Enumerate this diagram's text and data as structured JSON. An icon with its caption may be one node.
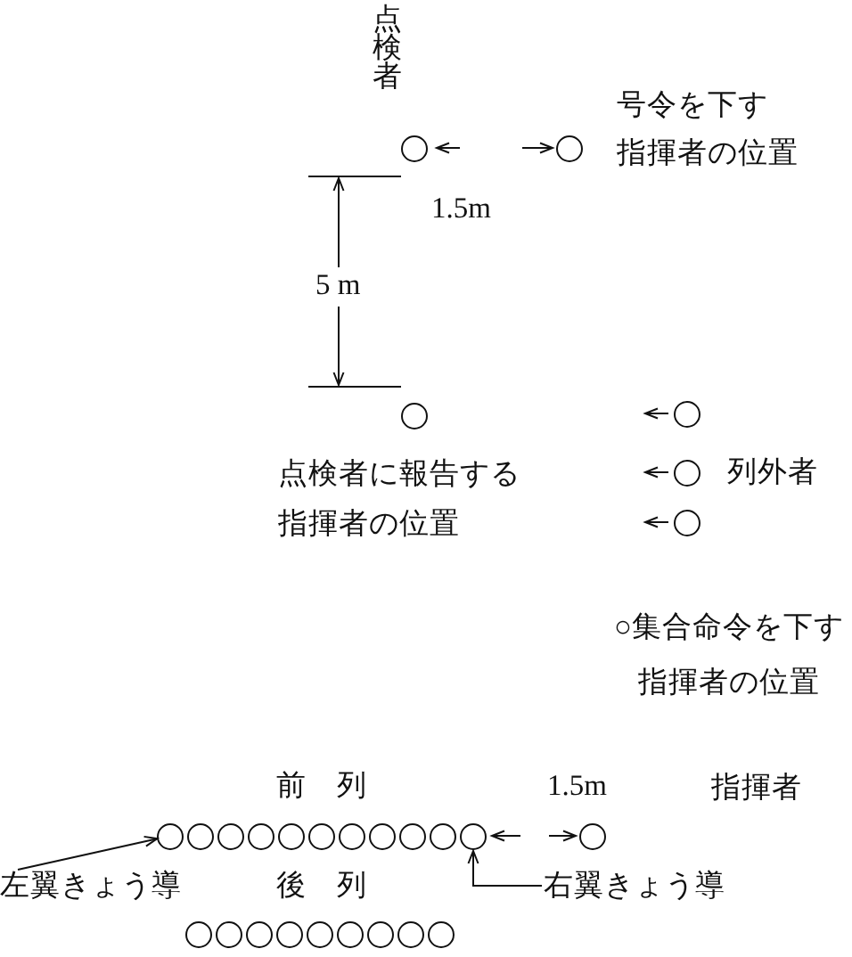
{
  "diagram": {
    "nodes": [
      {
        "text": [],
        "shape": "circle",
        "beside": [
          "点検者"
        ]
      },
      {
        "text": [],
        "shape": "circle",
        "beside": [
          "号令を下す指揮者の位置"
        ]
      },
      {
        "text": [],
        "shape": "circle",
        "beside": [
          "点検者に報告する指揮者の位置"
        ]
      },
      {
        "text": [],
        "shape": "circle"
      },
      {
        "text": [],
        "shape": "circle"
      },
      {
        "text": [],
        "shape": "circle"
      },
      {
        "text": [],
        "shape": "circle"
      },
      {
        "text": [],
        "shape": "circle"
      },
      {
        "text": [],
        "shape": "circle"
      },
      {
        "text": [],
        "shape": "circle"
      },
      {
        "text": [],
        "shape": "circle"
      },
      {
        "text": [],
        "shape": "circle"
      },
      {
        "text": [],
        "shape": "circle"
      },
      {
        "text": [],
        "shape": "circle"
      },
      {
        "text": [],
        "shape": "circle"
      },
      {
        "text": [],
        "shape": "circle"
      },
      {
        "text": [],
        "shape": "circle"
      },
      {
        "text": [],
        "shape": "circle",
        "beside": [
          "指揮者"
        ]
      },
      {
        "text": [
          "左翼きょう導"
        ]
      },
      {
        "text": [
          "右翼きょう導"
        ]
      },
      {
        "text": [],
        "shape": "circle"
      },
      {
        "text": [],
        "shape": "circle"
      },
      {
        "text": [],
        "shape": "circle"
      },
      {
        "text": [],
        "shape": "circle"
      },
      {
        "text": [],
        "shape": "circle"
      },
      {
        "text": [],
        "shape": "circle"
      },
      {
        "text": [],
        "shape": "circle"
      },
      {
        "text": [],
        "shape": "circle"
      },
      {
        "text": [],
        "shape": "circle"
      }
    ],
    "edges": [
      {
        "from": 18,
        "to": 6,
        "arrow": "to"
      },
      {
        "from": 19,
        "to": 16,
        "arrow": "to"
      }
    ],
    "labels": [
      "1.5m",
      "5 m",
      "列外者",
      "○集合命令を下す指揮者の位置",
      "前　列",
      "1.5m",
      "後　列"
    ]
  }
}
